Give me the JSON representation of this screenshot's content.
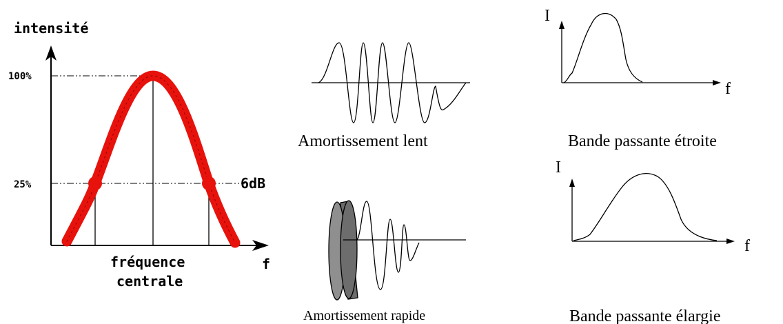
{
  "panel_gauss": {
    "ylabel": "intensité",
    "tick_100": "100%",
    "tick_25": "25%",
    "db_label": "6dB",
    "xlabel_line1": "fréquence",
    "xlabel_line2": "centrale",
    "xaxis_label": "f",
    "curve_color": "#e8120c"
  },
  "panel_slow": {
    "caption": "Amortissement lent"
  },
  "panel_fast": {
    "caption": "Amortissement rapide"
  },
  "panel_narrow": {
    "ylabel": "I",
    "xlabel": "f",
    "caption": "Bande passante étroite"
  },
  "panel_wide": {
    "ylabel": "I",
    "xlabel": "f",
    "caption": "Bande passante élargie"
  }
}
